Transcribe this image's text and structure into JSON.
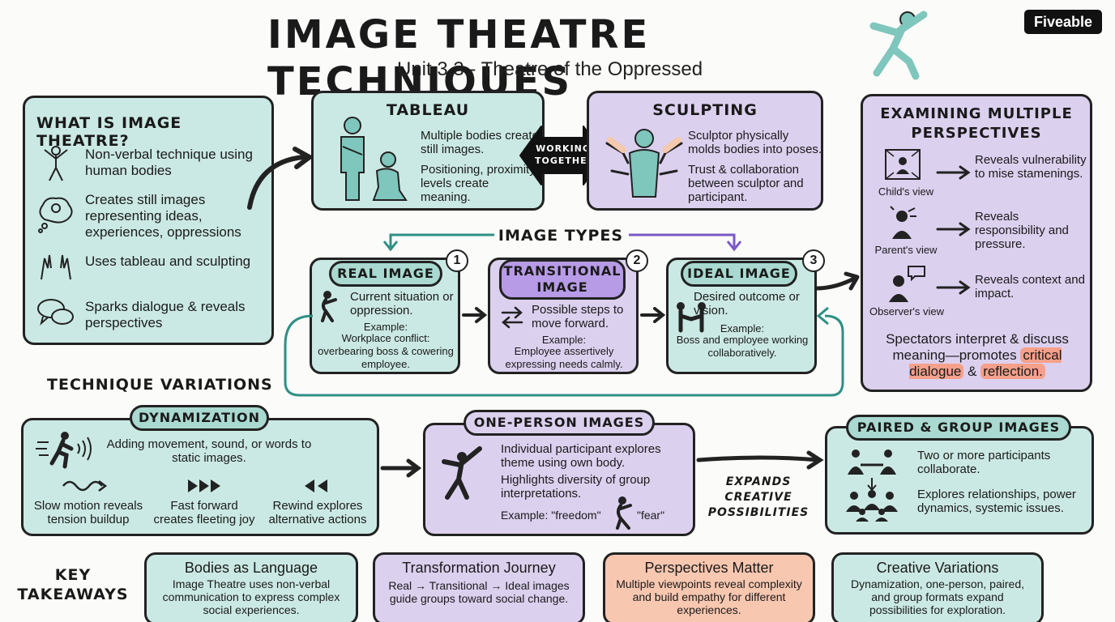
{
  "header": {
    "title": "IMAGE THEATRE TECHNIQUES",
    "subtitle": "Unit 3.3 - Theatre of the Oppressed",
    "brand": "Fiveable"
  },
  "what_is": {
    "title": "WHAT IS IMAGE THEATRE?",
    "items": [
      "Non-verbal technique using human bodies",
      "Creates still images representing ideas, experiences, oppressions",
      "Uses tableau and sculpting",
      "Sparks dialogue & reveals perspectives"
    ]
  },
  "tableau": {
    "title": "TABLEAU",
    "p1": "Multiple bodies create still images.",
    "p2": "Positioning, proximity, levels create meaning."
  },
  "working_together": "WORKING TOGETHER",
  "sculpting": {
    "title": "SCULPTING",
    "p1": "Sculptor physically molds bodies into poses.",
    "p2": "Trust & collaboration between sculptor and participant."
  },
  "image_types": {
    "title": "IMAGE TYPES",
    "real": {
      "num": "1",
      "title": "REAL IMAGE",
      "text": "Current situation or oppression.",
      "example_label": "Example:",
      "example": "Workplace conflict: overbearing boss & cowering employee."
    },
    "transitional": {
      "num": "2",
      "title": "TRANSITIONAL IMAGE",
      "text": "Possible steps to move forward.",
      "example_label": "Example:",
      "example": "Employee assertively expressing needs calmly."
    },
    "ideal": {
      "num": "3",
      "title": "IDEAL IMAGE",
      "text": "Desired outcome or vision.",
      "example_label": "Example:",
      "example": "Boss and employee working collaboratively."
    }
  },
  "perspectives": {
    "title": "EXAMINING MULTIPLE PERSPECTIVES",
    "views": [
      {
        "label": "Child's view",
        "text": "Reveals vulnerability to mise stamenings."
      },
      {
        "label": "Parent's view",
        "text": "Reveals responsibility and pressure."
      },
      {
        "label": "Observer's view",
        "text": "Reveals context and impact."
      }
    ],
    "summary_a": "Spectators interpret & discuss meaning—promotes",
    "summary_hl1": "critical dialogue",
    "summary_b": "&",
    "summary_hl2": "reflection."
  },
  "variations_title": "TECHNIQUE VARIATIONS",
  "dynamization": {
    "title": "DYNAMIZATION",
    "text": "Adding movement, sound, or words to static images.",
    "slow": "Slow motion reveals tension buildup",
    "fast": "Fast forward creates fleeting joy",
    "rewind": "Rewind explores alternative actions"
  },
  "one_person": {
    "title": "ONE-PERSON IMAGES",
    "p1": "Individual participant explores theme using own body.",
    "p2": "Highlights diversity of group interpretations.",
    "example_a": "Example: \"freedom\"",
    "example_b": "\"fear\""
  },
  "expands": "EXPANDS CREATIVE POSSIBILITIES",
  "paired": {
    "title": "PAIRED & GROUP IMAGES",
    "p1": "Two or more participants collaborate.",
    "p2": "Explores relationships, power dynamics, systemic issues."
  },
  "takeaways": {
    "label": "KEY TAKEAWAYS",
    "cards": [
      {
        "title": "Bodies as Language",
        "text": "Image Theatre uses non-verbal communication to express complex social experiences."
      },
      {
        "title": "Transformation Journey",
        "text": "Real → Transitional → Ideal images guide groups toward social change."
      },
      {
        "title": "Perspectives Matter",
        "text": "Multiple viewpoints reveal complexity and build empathy for different experiences."
      },
      {
        "title": "Creative Variations",
        "text": "Dynamization, one-person, paired, and group formats expand possibilities for exploration."
      }
    ]
  },
  "colors": {
    "teal": "#cbe9e4",
    "lavender": "#dcd0ef",
    "peach": "#f8c7b0",
    "header_teal": "#a9d9d0",
    "header_lavender": "#b79be6",
    "figure": "#7fc6bd"
  }
}
